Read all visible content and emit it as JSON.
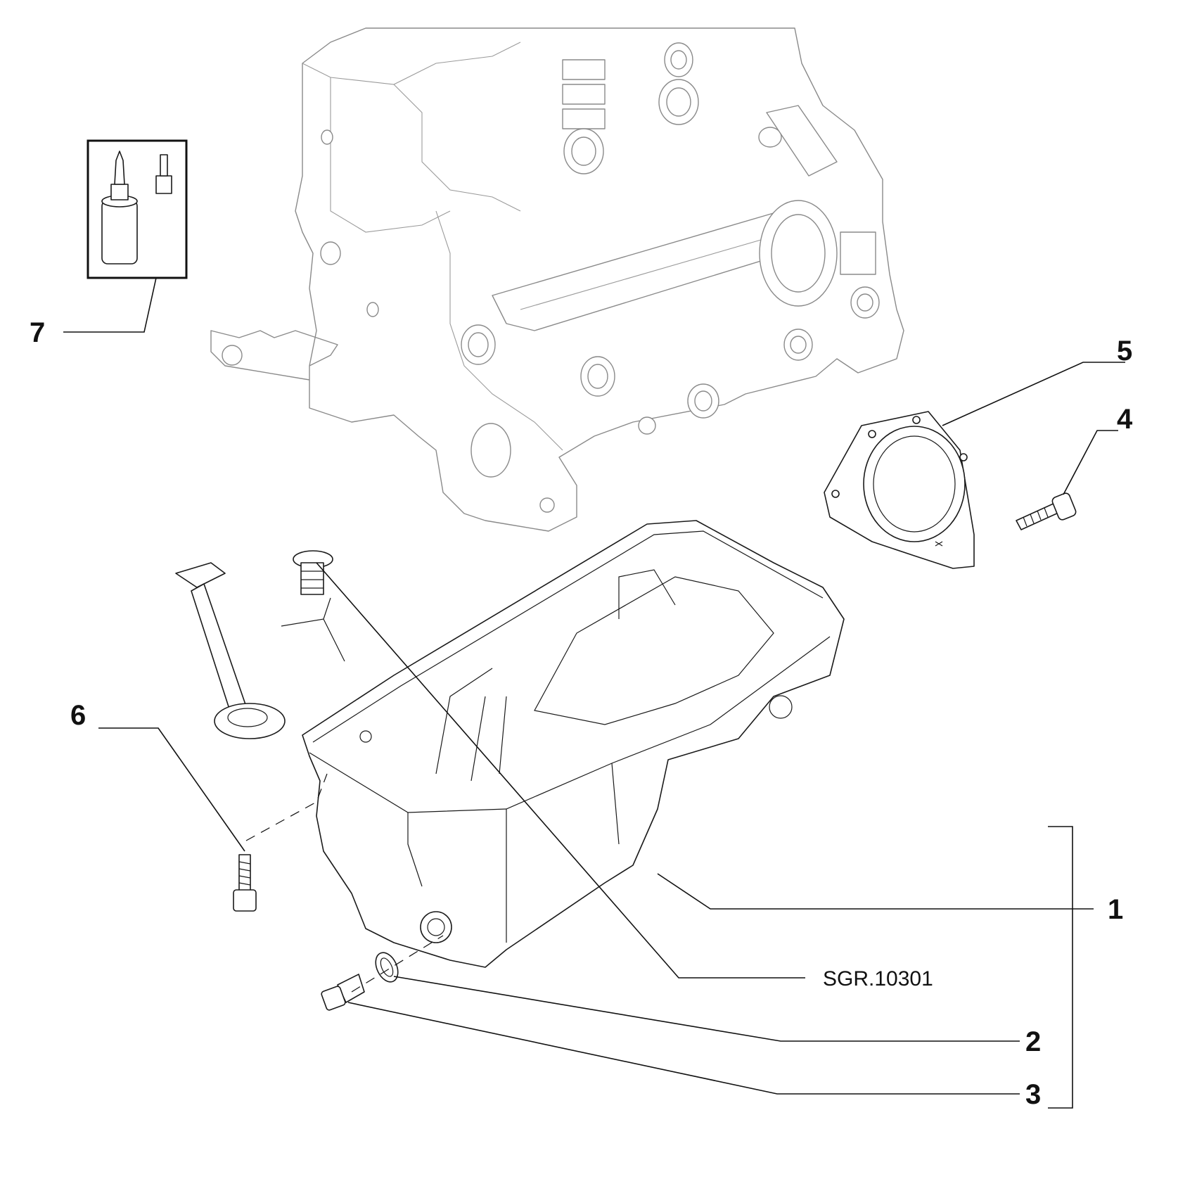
{
  "callouts": {
    "c1": "1",
    "c2": "2",
    "c3": "3",
    "c4": "4",
    "c5": "5",
    "c6": "6",
    "c7": "7"
  },
  "reference_code": "SGR.10301",
  "colors": {
    "line": "#1a1a1a",
    "ghost_line": "#8a8a8a",
    "background": "#ffffff"
  }
}
